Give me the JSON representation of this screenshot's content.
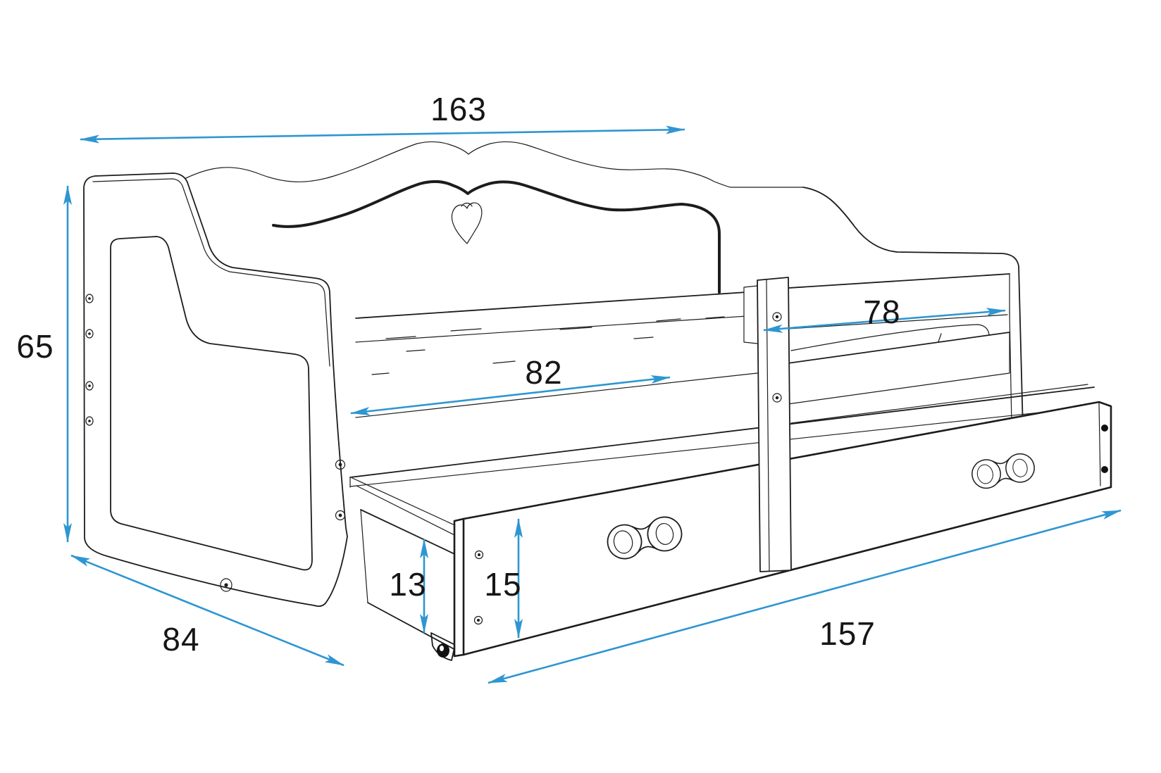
{
  "drawing": {
    "title": "Children's bed with drawer - dimensioned technical drawing",
    "units_visible": false
  },
  "colors": {
    "dimension_line": "#2E96D1",
    "drawing_line": "#1C1C1C",
    "label_text": "#161616",
    "background": "#FFFFFF"
  },
  "dimensions": {
    "total_width": {
      "value": "163"
    },
    "total_height": {
      "value": "65"
    },
    "total_depth": {
      "value": "84"
    },
    "sleep_surface_length": {
      "value": "82"
    },
    "rail_length": {
      "value": "78"
    },
    "drawer_side_height": {
      "value": "13"
    },
    "drawer_front_height": {
      "value": "15"
    },
    "drawer_length": {
      "value": "157"
    }
  }
}
